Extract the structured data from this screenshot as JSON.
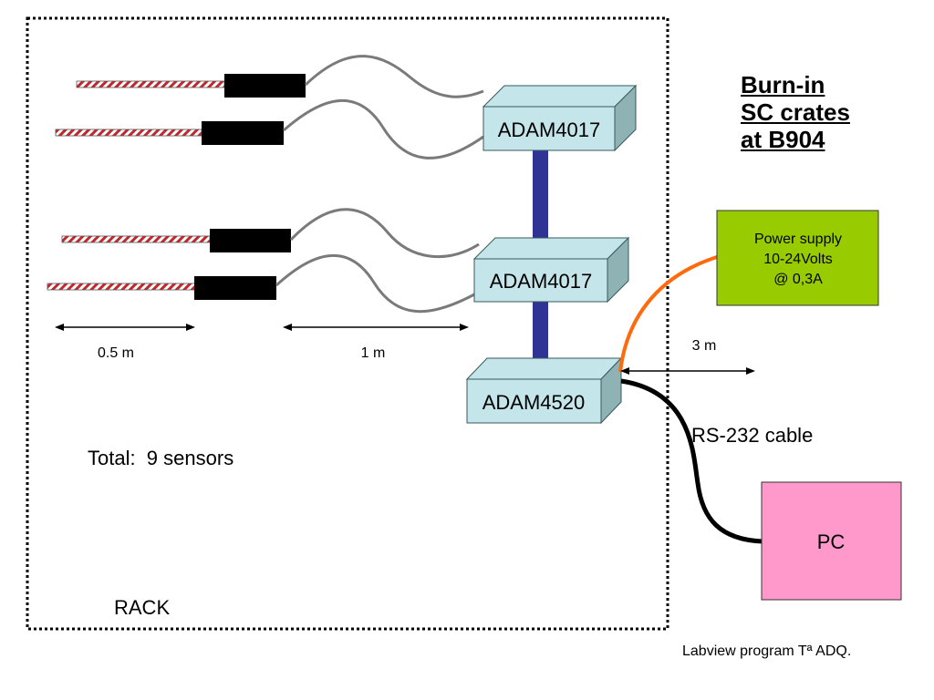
{
  "title": {
    "line1": "Burn-in",
    "line2": "SC crates",
    "line3": "at B904"
  },
  "rack": {
    "label": "RACK"
  },
  "modules": {
    "adam4017_top": "ADAM4017",
    "adam4017_bottom": "ADAM4017",
    "adam4520": "ADAM4520"
  },
  "power_supply": {
    "line1": "Power supply",
    "line2": "10-24Volts",
    "line3": "@ 0,3A"
  },
  "pc": {
    "label": "PC"
  },
  "dimensions": {
    "sensor_length": "0.5 m",
    "cable_length": "1 m",
    "rs232_length": "3 m"
  },
  "rs232": {
    "label": "RS-232 cable"
  },
  "total": {
    "label": "Total:  9 sensors"
  },
  "footer": {
    "label": "Labview program Tª ADQ."
  },
  "colors": {
    "module_face": "#c4e6ea",
    "module_side": "#8fb3b5",
    "bus": "#2f3494",
    "power_supply": "#99cc00",
    "pc": "#ff99cc",
    "orange_cable": "#ff6a0e",
    "gray_wire": "#7a7a7a",
    "sensor_stripe": "#c1272d"
  }
}
